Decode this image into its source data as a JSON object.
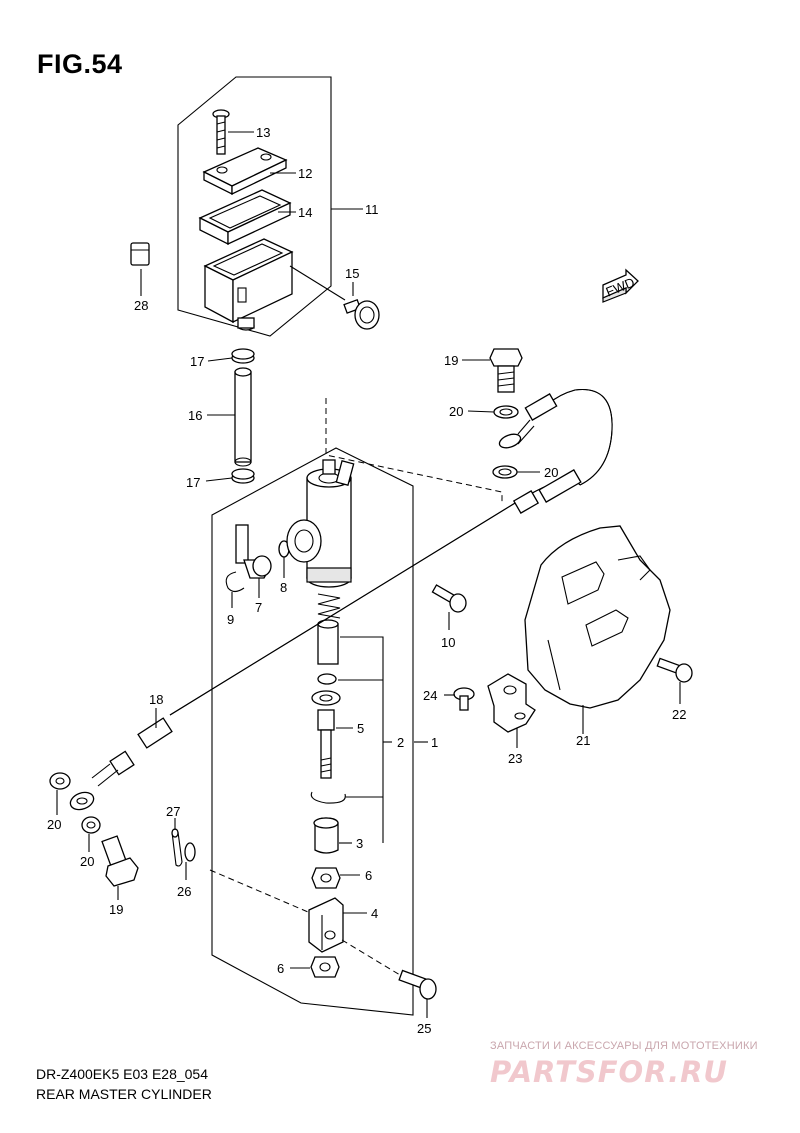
{
  "figure": {
    "title": "FIG.54",
    "model_code": "DR-Z400EK5 E03 E28_054",
    "name": "REAR MASTER CYLINDER"
  },
  "watermark": {
    "tagline": "ЗАПЧАСТИ И АКСЕССУАРЫ ДЛЯ МОТОТЕХНИКИ",
    "logo_text": "PARTSFOR.RU"
  },
  "fwd_label": "FWD",
  "callouts": {
    "c1": "1",
    "c2": "2",
    "c3": "3",
    "c4": "4",
    "c5": "5",
    "c6a": "6",
    "c6b": "6",
    "c7": "7",
    "c8": "8",
    "c9": "9",
    "c10": "10",
    "c11": "11",
    "c12": "12",
    "c13": "13",
    "c14": "14",
    "c15": "15",
    "c16": "16",
    "c17a": "17",
    "c17b": "17",
    "c18": "18",
    "c19a": "19",
    "c19b": "19",
    "c20a": "20",
    "c20b": "20",
    "c20c": "20",
    "c20d": "20",
    "c21": "21",
    "c22": "22",
    "c23": "23",
    "c24": "24",
    "c25": "25",
    "c26": "26",
    "c27": "27",
    "c28": "28"
  }
}
